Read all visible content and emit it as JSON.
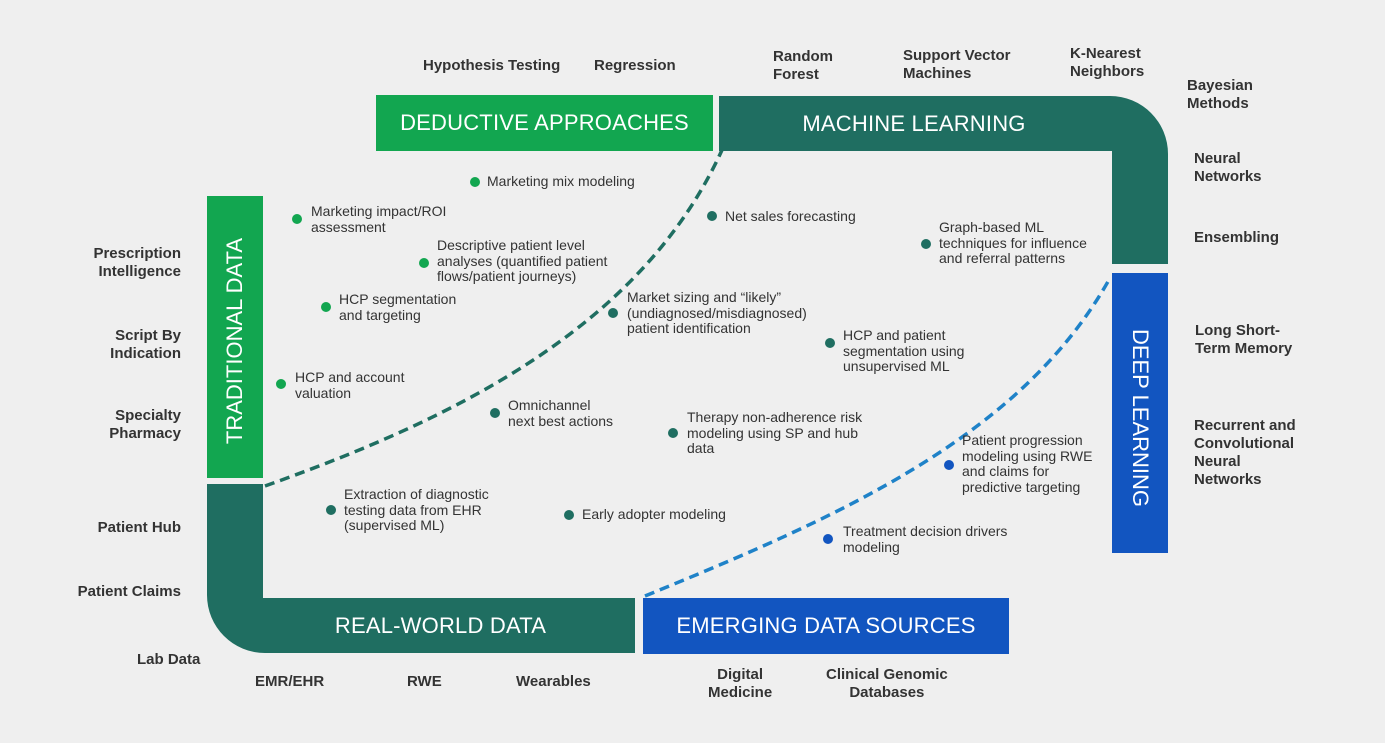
{
  "colors": {
    "background": "#efefef",
    "green": "#12a650",
    "teal": "#1f6e61",
    "blue": "#1255c0"
  },
  "banners": {
    "deductive": "DEDUCTIVE APPROACHES",
    "machine_learning": "MACHINE LEARNING",
    "deep_learning": "DEEP LEARNING",
    "traditional_data": "TRADITIONAL DATA",
    "real_world_data": "REAL-WORLD DATA",
    "emerging_data": "EMERGING DATA SOURCES"
  },
  "top_labels": {
    "hypothesis_testing": "Hypothesis Testing",
    "regression": "Regression",
    "random_forest": "Random\nForest",
    "svm": "Support Vector\nMachines",
    "knn": "K-Nearest\nNeighbors"
  },
  "right_labels": {
    "bayesian": "Bayesian\nMethods",
    "neural_networks": "Neural\nNetworks",
    "ensembling": "Ensembling",
    "lstm": "Long Short-\nTerm Memory",
    "rcnn": "Recurrent and\nConvolutional\nNeural\nNetworks"
  },
  "left_labels": {
    "prescription": "Prescription\nIntelligence",
    "script": "Script By\nIndication",
    "specialty": "Specialty\nPharmacy",
    "patient_hub": "Patient Hub",
    "patient_claims": "Patient Claims",
    "lab_data": "Lab Data"
  },
  "bottom_labels": {
    "emr": "EMR/EHR",
    "rwe": "RWE",
    "wearables": "Wearables",
    "digital_medicine": "Digital\nMedicine",
    "clinical_genomic": "Clinical Genomic\nDatabases"
  },
  "items": {
    "marketing_mix": "Marketing mix modeling",
    "marketing_impact": "Marketing impact/ROI\nassessment",
    "descriptive": "Descriptive patient level\nanalyses (quantified patient\nflows/patient journeys)",
    "hcp_segmentation": "HCP segmentation\nand targeting",
    "hcp_account": "HCP and account\nvaluation",
    "net_sales": "Net sales forecasting",
    "graph_ml": "Graph-based ML\ntechniques for influence\nand referral patterns",
    "market_sizing": "Market sizing and “likely”\n(undiagnosed/misdiagnosed)\npatient identification",
    "hcp_patient_seg": "HCP and patient\nsegmentation using\nunsupervised ML",
    "omnichannel": "Omnichannel\nnext best actions",
    "therapy": "Therapy non-adherence risk\nmodeling using SP and hub\ndata",
    "extraction": "Extraction of diagnostic\ntesting data from EHR\n(supervised ML)",
    "early_adopter": "Early adopter modeling",
    "patient_progression": "Patient progression\nmodeling using RWE\nand claims for\npredictive targeting",
    "treatment": "Treatment decision drivers\nmodeling"
  }
}
